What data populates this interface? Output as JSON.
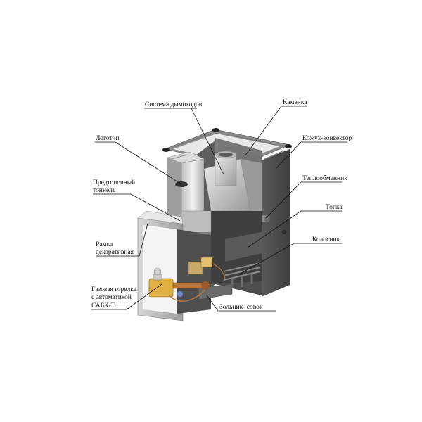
{
  "labels": {
    "chimney": "Система дымоходов",
    "kamenka": "Каменка",
    "logo": "Логотип",
    "casing": "Кожух-конвектор",
    "tunnel_1": "Предтопочный",
    "tunnel_2": "тоннель",
    "heat_exchanger": "Теплообменник",
    "firebox": "Топка",
    "frame_1": "Рамка",
    "frame_2": "декоративная",
    "grate": "Колосник",
    "burner_1": "Газовая горелка",
    "burner_2": "с автоматикой",
    "burner_3": "САБК-Т",
    "ash_pan": "Зольник- совок"
  },
  "colors": {
    "casing_dark": "#4a4a4a",
    "casing_mid": "#6b6b6b",
    "steel_light": "#c9c9c9",
    "steel_mid": "#a9a9a9",
    "burner_yellow": "#e0b040",
    "burner_copper": "#b8753a",
    "burner_blue": "#6f86c6"
  }
}
